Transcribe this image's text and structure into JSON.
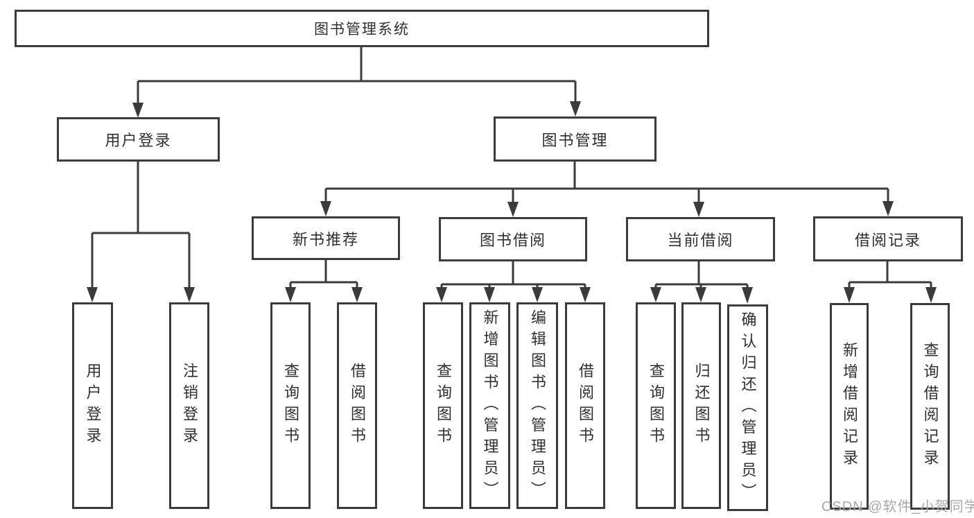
{
  "diagram": {
    "title": "图书管理系统",
    "level2": [
      {
        "label": "用户登录",
        "children": [
          "用户登录",
          "注销登录"
        ]
      },
      {
        "label": "图书管理",
        "children": [
          {
            "label": "新书推荐",
            "children": [
              "查询图书",
              "借阅图书"
            ]
          },
          {
            "label": "图书借阅",
            "children": [
              "查询图书",
              "新增图书（管理员）",
              "编辑图书（管理员）",
              "借阅图书"
            ]
          },
          {
            "label": "当前借阅",
            "children": [
              "查询图书",
              "归还图书",
              "确认归还（管理员）"
            ]
          },
          {
            "label": "借阅记录",
            "children": [
              "新增借阅记录",
              "查询借阅记录"
            ]
          }
        ]
      }
    ]
  },
  "watermark": {
    "text": "CSDN @软件_小贺同学"
  },
  "colors": {
    "line": "#3b3b3b",
    "text": "#2f2f2f",
    "watermark": "#a8a8a8",
    "background": "#ffffff"
  }
}
